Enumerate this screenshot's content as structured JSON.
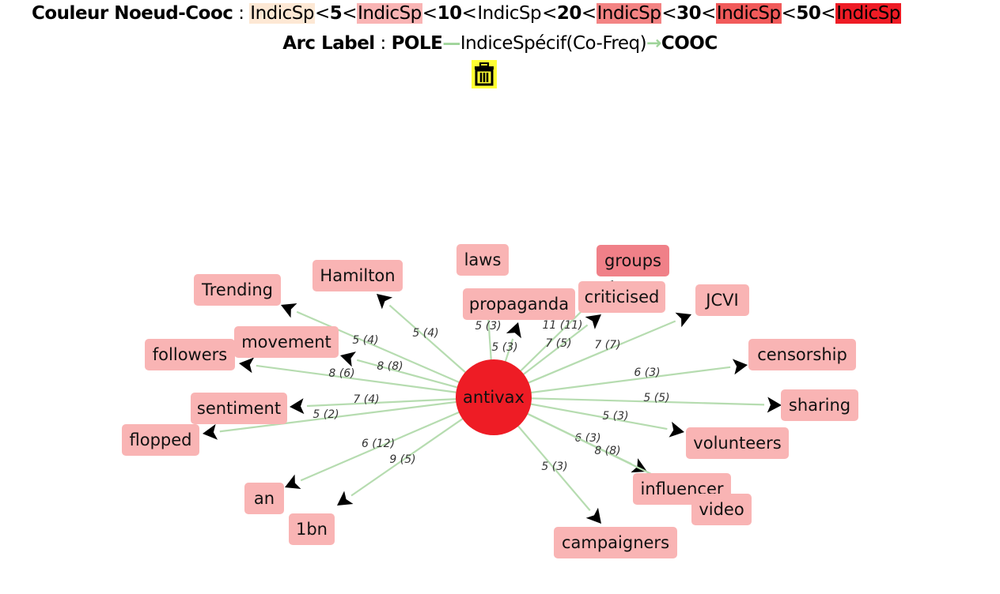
{
  "legend": {
    "node_title": "Couleur Noeud-Cooc",
    "separator": ":",
    "swatches": [
      {
        "label": "IndicSp",
        "color": "#fde8d4"
      },
      {
        "label": "IndicSp",
        "color": "#f9b4b4"
      },
      {
        "label": "IndicSp",
        "color": "#ffffff"
      },
      {
        "label": "IndicSp",
        "color": "#f38383"
      },
      {
        "label": "IndicSp",
        "color": "#f15a5a"
      },
      {
        "label": "IndicSp",
        "color": "#ee1c25"
      }
    ],
    "thresholds": [
      "5",
      "10",
      "20",
      "30",
      "50"
    ],
    "lt": "<",
    "arc_title": "Arc Label",
    "arc_pole": "POLE",
    "arc_middle": "IndiceSpécif(Co-Freq)",
    "arc_cooc": "COOC"
  },
  "toolbar": {
    "trash_icon": "trash-icon"
  },
  "graph": {
    "center": {
      "label": "antivax",
      "color": "#ee1c25"
    },
    "node_color": "#f9b4b4",
    "node_color_strong": "#f08088",
    "edge_color": "#b6dcb0",
    "nodes": [
      {
        "id": "laws",
        "label": "laws",
        "edge": "5 (3)",
        "strong": false
      },
      {
        "id": "propaganda",
        "label": "propaganda",
        "edge": "5 (3)",
        "strong": false
      },
      {
        "id": "groups",
        "label": "groups",
        "edge": "11 (11)",
        "strong": true
      },
      {
        "id": "criticised",
        "label": "criticised",
        "edge": "7 (5)",
        "strong": false
      },
      {
        "id": "jcvi",
        "label": "JCVI",
        "edge": "7 (7)",
        "strong": false
      },
      {
        "id": "hamilton",
        "label": "Hamilton",
        "edge": "5 (4)",
        "strong": false
      },
      {
        "id": "trending",
        "label": "Trending",
        "edge": "5 (4)",
        "strong": false
      },
      {
        "id": "movement",
        "label": "movement",
        "edge": "8 (8)",
        "strong": false
      },
      {
        "id": "followers",
        "label": "followers",
        "edge": "8 (6)",
        "strong": false
      },
      {
        "id": "sentiment",
        "label": "sentiment",
        "edge": "7 (4)",
        "strong": false
      },
      {
        "id": "flopped",
        "label": "flopped",
        "edge": "5 (2)",
        "strong": false
      },
      {
        "id": "censorship",
        "label": "censorship",
        "edge": "6 (3)",
        "strong": false
      },
      {
        "id": "sharing",
        "label": "sharing",
        "edge": "5 (5)",
        "strong": false
      },
      {
        "id": "volunteers",
        "label": "volunteers",
        "edge": "5 (3)",
        "strong": false
      },
      {
        "id": "influencer",
        "label": "influencer",
        "edge": "6 (3)",
        "strong": false
      },
      {
        "id": "video",
        "label": "video",
        "edge": "8 (8)",
        "strong": false
      },
      {
        "id": "campaigners",
        "label": "campaigners",
        "edge": "5 (3)",
        "strong": false
      },
      {
        "id": "an",
        "label": "an",
        "edge": "6 (12)",
        "strong": false
      },
      {
        "id": "1bn",
        "label": "1bn",
        "edge": "9 (5)",
        "strong": false
      }
    ]
  }
}
